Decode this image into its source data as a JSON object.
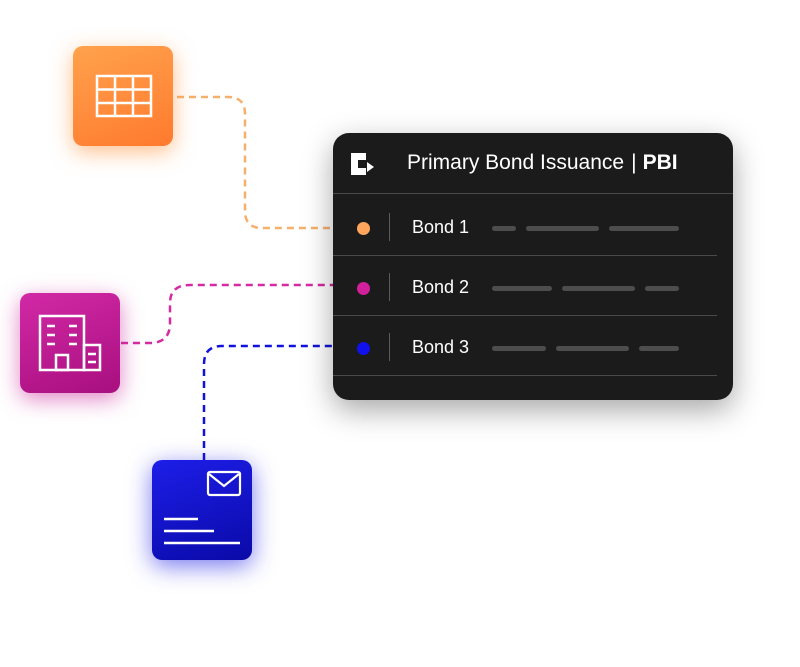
{
  "header": {
    "logo_icon": "brand-logo-icon",
    "title_text": "Primary Bond Issuance",
    "title_separator": "|",
    "title_abbr": "PBI"
  },
  "bonds": [
    {
      "label": "Bond 1",
      "color": "#ffa65c"
    },
    {
      "label": "Bond 2",
      "color": "#d21f9c"
    },
    {
      "label": "Bond 3",
      "color": "#1111ee"
    }
  ],
  "sources": [
    {
      "icon": "table-icon",
      "color": "#ff8a36"
    },
    {
      "icon": "office-building-icon",
      "color": "#c2188f"
    },
    {
      "icon": "envelope-document-icon",
      "color": "#1414d6"
    }
  ],
  "colors": {
    "card_background": "#1b1b1b",
    "placeholder_bar": "#4d4d4d",
    "connector_orange": "#f6b06b",
    "connector_magenta": "#d42aa2",
    "connector_blue": "#1111dd"
  }
}
